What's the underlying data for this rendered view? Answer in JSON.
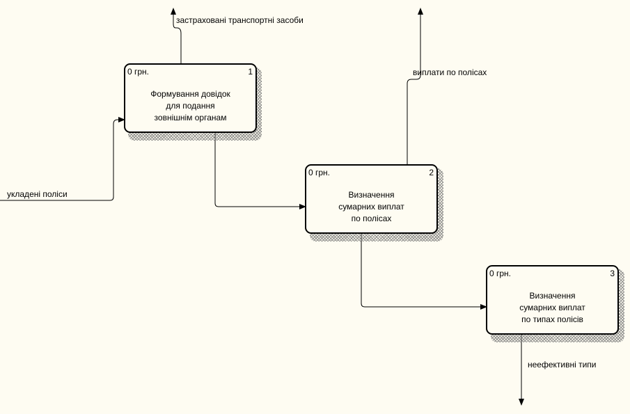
{
  "activities": [
    {
      "cost": "0 грн.",
      "number": "1",
      "title_lines": [
        "Формування довідок",
        "для подання",
        "зовнішнім органам"
      ]
    },
    {
      "cost": "0 грн.",
      "number": "2",
      "title_lines": [
        "Визначення",
        "сумарних виплат",
        "по полісах"
      ]
    },
    {
      "cost": "0 грн.",
      "number": "3",
      "title_lines": [
        "Визначення",
        "сумарних виплат",
        "по типах полісів"
      ]
    }
  ],
  "arrows": {
    "input": "укладені поліси",
    "output_insured": "застраховані транспортні засоби",
    "output_payments": "виплати по полісах",
    "output_ineffective": "неефективні типи"
  }
}
